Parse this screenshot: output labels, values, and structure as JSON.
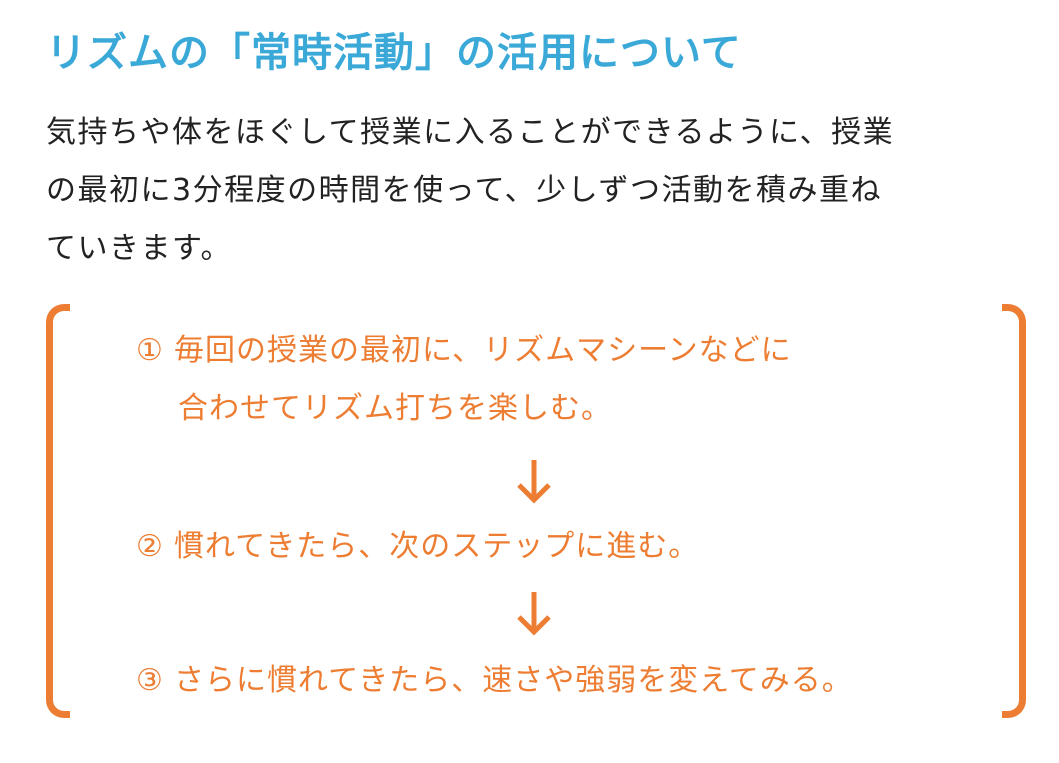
{
  "title": "リズムの「常時活動」の活用について",
  "intro": {
    "lines": [
      "気持ちや体をほぐして授業に入ることができるように、授業",
      "の最初に3分程度の時間を使って、少しずつ活動を積み重ね",
      "ていきます。"
    ]
  },
  "steps": [
    {
      "number": "①",
      "lines": [
        "毎回の授業の最初に、リズムマシーンなどに",
        "合わせてリズム打ちを楽しむ。"
      ]
    },
    {
      "number": "②",
      "lines": [
        "慣れてきたら、次のステップに進む。"
      ]
    },
    {
      "number": "③",
      "lines": [
        "さらに慣れてきたら、速さや強弱を変えてみる。"
      ]
    }
  ],
  "icons": {
    "arrow": "arrow-down",
    "bracket": "square-bracket"
  },
  "colors": {
    "title": "#3aa9d8",
    "body_text": "#222222",
    "accent": "#ec7d32"
  }
}
